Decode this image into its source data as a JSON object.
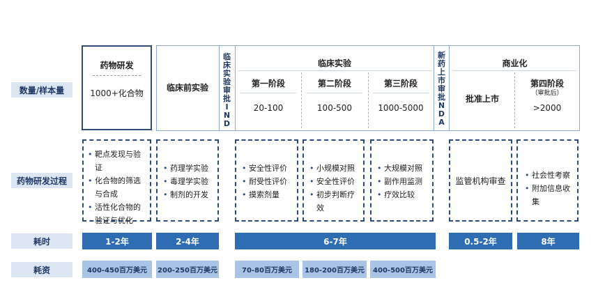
{
  "row_labels": {
    "quantity": "数量/样本量",
    "process": "药物研发过程",
    "time": "耗时",
    "cost": "耗资"
  },
  "stages": {
    "discovery": {
      "title": "药物研发",
      "quantity": "1000+化合物"
    },
    "preclinical": {
      "title": "临床前实验"
    },
    "ind": {
      "title": "临床实验审批IND"
    },
    "clinical": {
      "title": "临床实验",
      "phases": [
        {
          "name": "第一阶段",
          "quantity": "20-100"
        },
        {
          "name": "第二阶段",
          "quantity": "100-500"
        },
        {
          "name": "第三阶段",
          "quantity": "1000-5000"
        }
      ]
    },
    "nda": {
      "title": "新药上市审批NDA"
    },
    "commercial": {
      "title": "商业化",
      "approval": "批准上市",
      "phase4": {
        "name": "第四阶段",
        "note": "（审批后）",
        "quantity": ">2000"
      }
    }
  },
  "process": {
    "discovery": [
      "靶点发现与验证",
      "化合物的筛选与合成",
      "活性化合物的验证与优化"
    ],
    "preclinical": [
      "药理学实验",
      "毒理学实验",
      "制剂的开发"
    ],
    "phase1": [
      "安全性评价",
      "耐受性评价",
      "摸索剂量"
    ],
    "phase2": [
      "小规模对照",
      "安全性评价",
      "初步判断疗效"
    ],
    "phase3": [
      "大规模对照",
      "副作用监测",
      "疗效比较"
    ],
    "approval": "监管机构审查",
    "phase4": [
      "社会性考察",
      "附加信息收集"
    ]
  },
  "time": {
    "discovery": "1-2年",
    "preclinical": "2-4年",
    "clinical": "6-7年",
    "approval": "0.5-2年",
    "phase4": "8年"
  },
  "cost": {
    "discovery": "400-450百万美元",
    "preclinical": "200-250百万美元",
    "phase1": "70-80百万美元",
    "phase2": "180-200百万美元",
    "phase3": "400-500百万美元"
  }
}
